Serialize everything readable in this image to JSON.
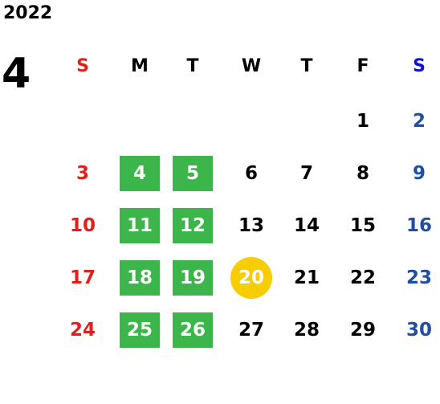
{
  "calendar": {
    "year": "2022",
    "month": "4",
    "weekdays": [
      "S",
      "M",
      "T",
      "W",
      "T",
      "F",
      "S"
    ],
    "days": [
      "1",
      "2",
      "3",
      "4",
      "5",
      "6",
      "7",
      "8",
      "9",
      "10",
      "11",
      "12",
      "13",
      "14",
      "15",
      "16",
      "17",
      "18",
      "19",
      "20",
      "21",
      "22",
      "23",
      "24",
      "25",
      "26",
      "27",
      "28",
      "29",
      "30"
    ],
    "first_weekday_index": 5,
    "highlighted_days": [
      "4",
      "5",
      "11",
      "12",
      "18",
      "19",
      "25",
      "26"
    ],
    "today": "20",
    "colors": {
      "sunday": "#e0201b",
      "saturday": "#1e4fa0",
      "saturday_header": "#1010d0",
      "highlight": "#3cb54a",
      "today": "#f6cd00"
    }
  }
}
